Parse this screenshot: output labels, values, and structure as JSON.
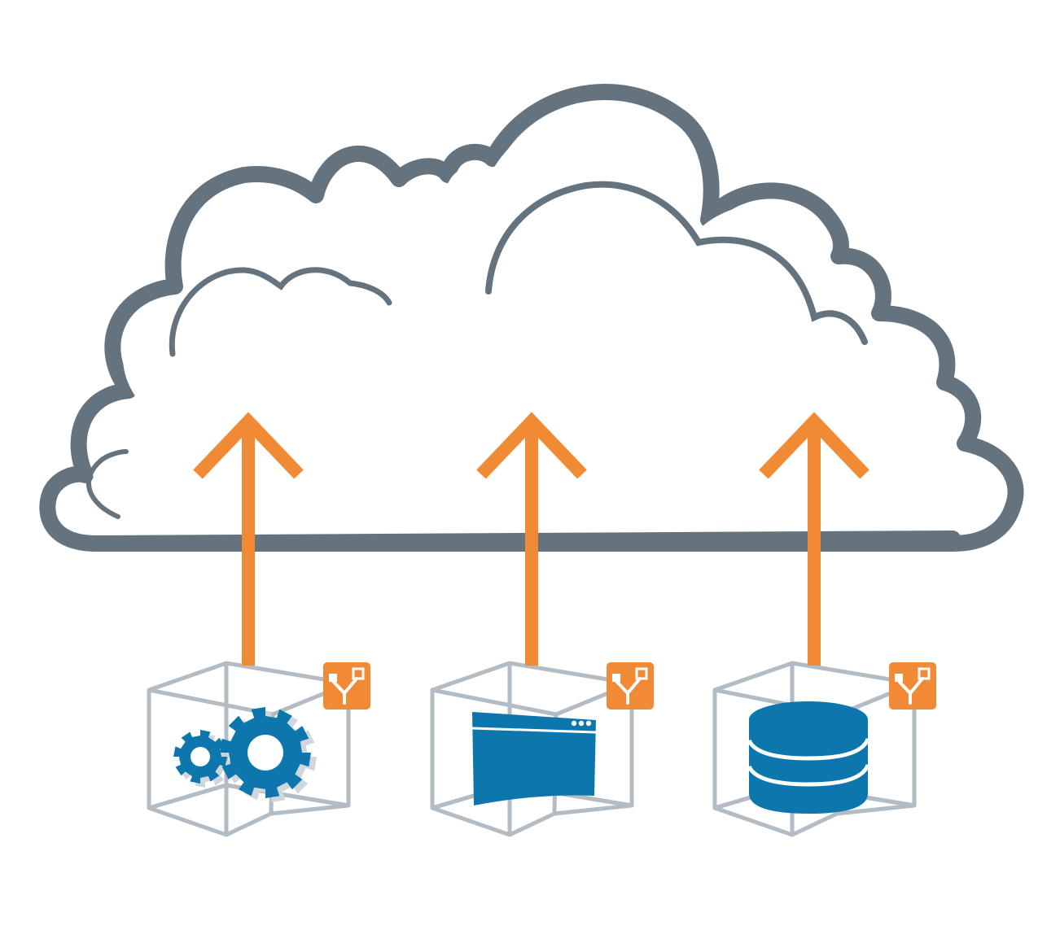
{
  "colors": {
    "cloud_outline": "#65737e",
    "arrow": "#f08a34",
    "box_wire": "#b4bcc3",
    "icon_blue": "#0d76ad",
    "icon_shadow": "#cfd6dc",
    "badge": "#f08a34",
    "background": "#ffffff"
  },
  "cloud": {
    "icon": "cloud-icon"
  },
  "containers": [
    {
      "id": "services",
      "icon": "gears-icon",
      "badge_icon": "container-badge-icon"
    },
    {
      "id": "web-app",
      "icon": "browser-window-icon",
      "badge_icon": "container-badge-icon"
    },
    {
      "id": "database",
      "icon": "database-icon",
      "badge_icon": "container-badge-icon"
    }
  ]
}
